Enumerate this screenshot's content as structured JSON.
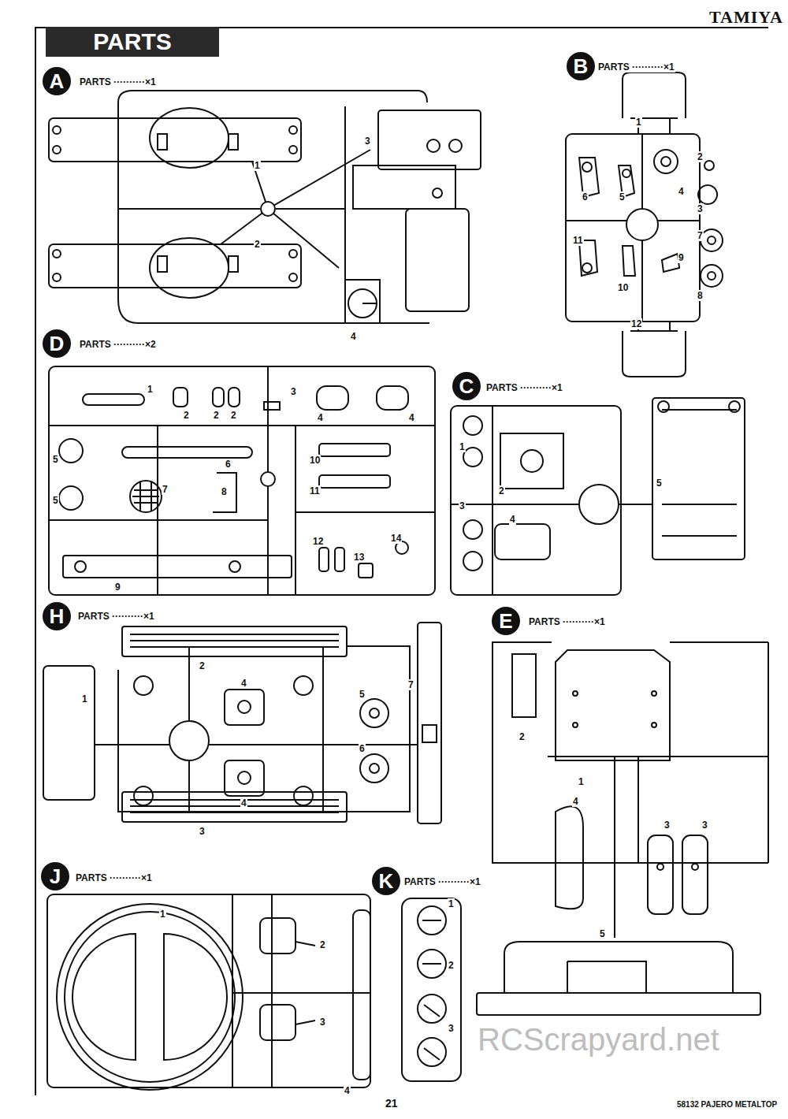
{
  "diagram": {
    "title": "PARTS",
    "nodes": [
      {
        "text": [
          "A"
        ]
      },
      {
        "text": [
          "B"
        ]
      },
      {
        "text": [
          "D"
        ]
      },
      {
        "text": [
          "C"
        ]
      },
      {
        "text": [
          "H"
        ]
      },
      {
        "text": [
          "E"
        ]
      },
      {
        "text": [
          "J"
        ]
      },
      {
        "text": [
          "K"
        ]
      }
    ],
    "labels": [
      "TAMIYA",
      "PARTS ··········×1",
      "1",
      "2",
      "3",
      "4",
      "PARTS ··········×1",
      "1",
      "2",
      "3",
      "4",
      "5",
      "6",
      "7",
      "8",
      "9",
      "10",
      "11",
      "12",
      "PARTS ··········×2",
      "1",
      "2",
      "2",
      "2",
      "3",
      "4",
      "4",
      "5",
      "6",
      "7",
      "8",
      "9",
      "10",
      "11",
      "12",
      "13",
      "14",
      "5",
      "PARTS ··········×1",
      "1",
      "2",
      "3",
      "4",
      "5",
      "PARTS ··········×1",
      "1",
      "2",
      "4",
      "5",
      "7",
      "6",
      "4",
      "3",
      "PARTS ··········×1",
      "2",
      "1",
      "4",
      "3",
      "3",
      "5",
      "PARTS ··········×1",
      "1",
      "2",
      "3",
      "4",
      "PARTS ··········×1",
      "1",
      "2",
      "3",
      "21",
      "58132 PAJERO METALTOP",
      "RCScrapyard.net"
    ]
  }
}
